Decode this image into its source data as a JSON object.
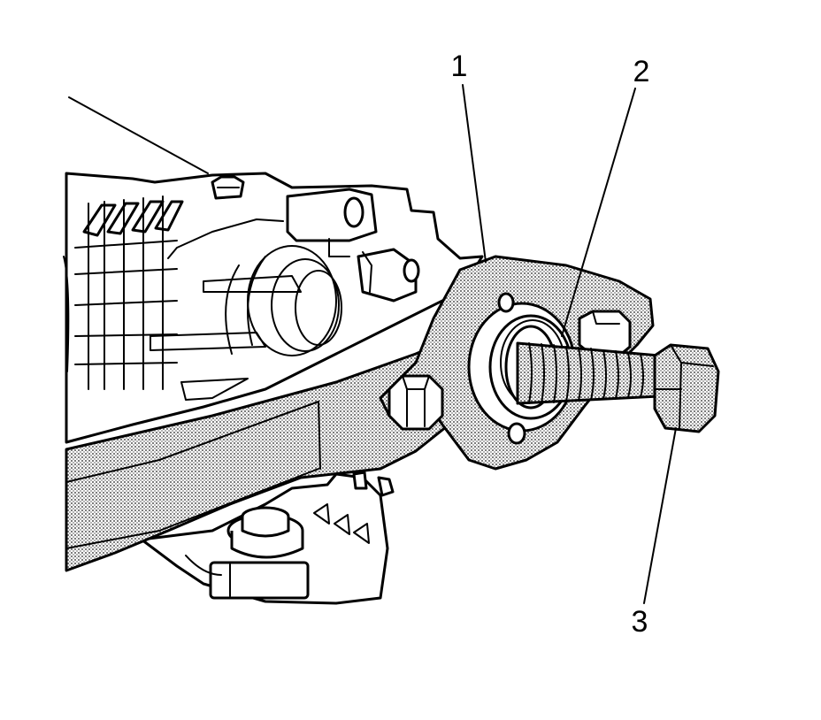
{
  "illustration": {
    "colors": {
      "ink": "#000000",
      "background": "#ffffff",
      "shading": "#9a9a9a"
    },
    "callouts": [
      {
        "id": "1",
        "label": "1"
      },
      {
        "id": "2",
        "label": "2"
      },
      {
        "id": "3",
        "label": "3"
      }
    ]
  }
}
